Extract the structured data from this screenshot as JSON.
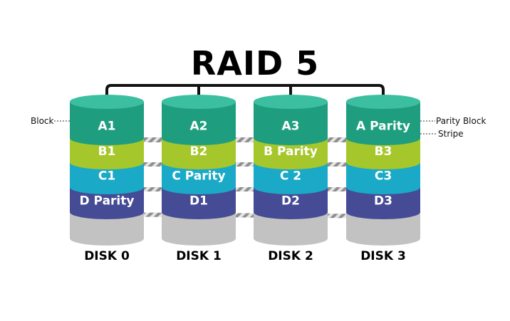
{
  "title": "RAID 5",
  "annotations": {
    "block": "Block",
    "parity_block": "Parity Block",
    "stripe": "Stripe"
  },
  "colors": {
    "row_a": {
      "top": "#3bbfa0",
      "side": "#1e9e7f"
    },
    "row_b": {
      "top": "#c7e35a",
      "side": "#a5c72b"
    },
    "row_c": {
      "top": "#3fc6dc",
      "side": "#1aa9c6"
    },
    "row_d": {
      "top": "#5e64a8",
      "side": "#454b94"
    },
    "base": {
      "top": "#d6d6d6",
      "side": "#c2c2c2"
    },
    "bracket": "#111111"
  },
  "disks": [
    {
      "label": "DISK 0",
      "blocks": [
        "A1",
        "B1",
        "C1",
        "D Parity"
      ]
    },
    {
      "label": "DISK 1",
      "blocks": [
        "A2",
        "B2",
        "C Parity",
        "D1"
      ]
    },
    {
      "label": "DISK 2",
      "blocks": [
        "A3",
        "B Parity",
        "C 2",
        "D2"
      ]
    },
    {
      "label": "DISK 3",
      "blocks": [
        "A Parity",
        "B3",
        "C3",
        "D3"
      ]
    }
  ]
}
